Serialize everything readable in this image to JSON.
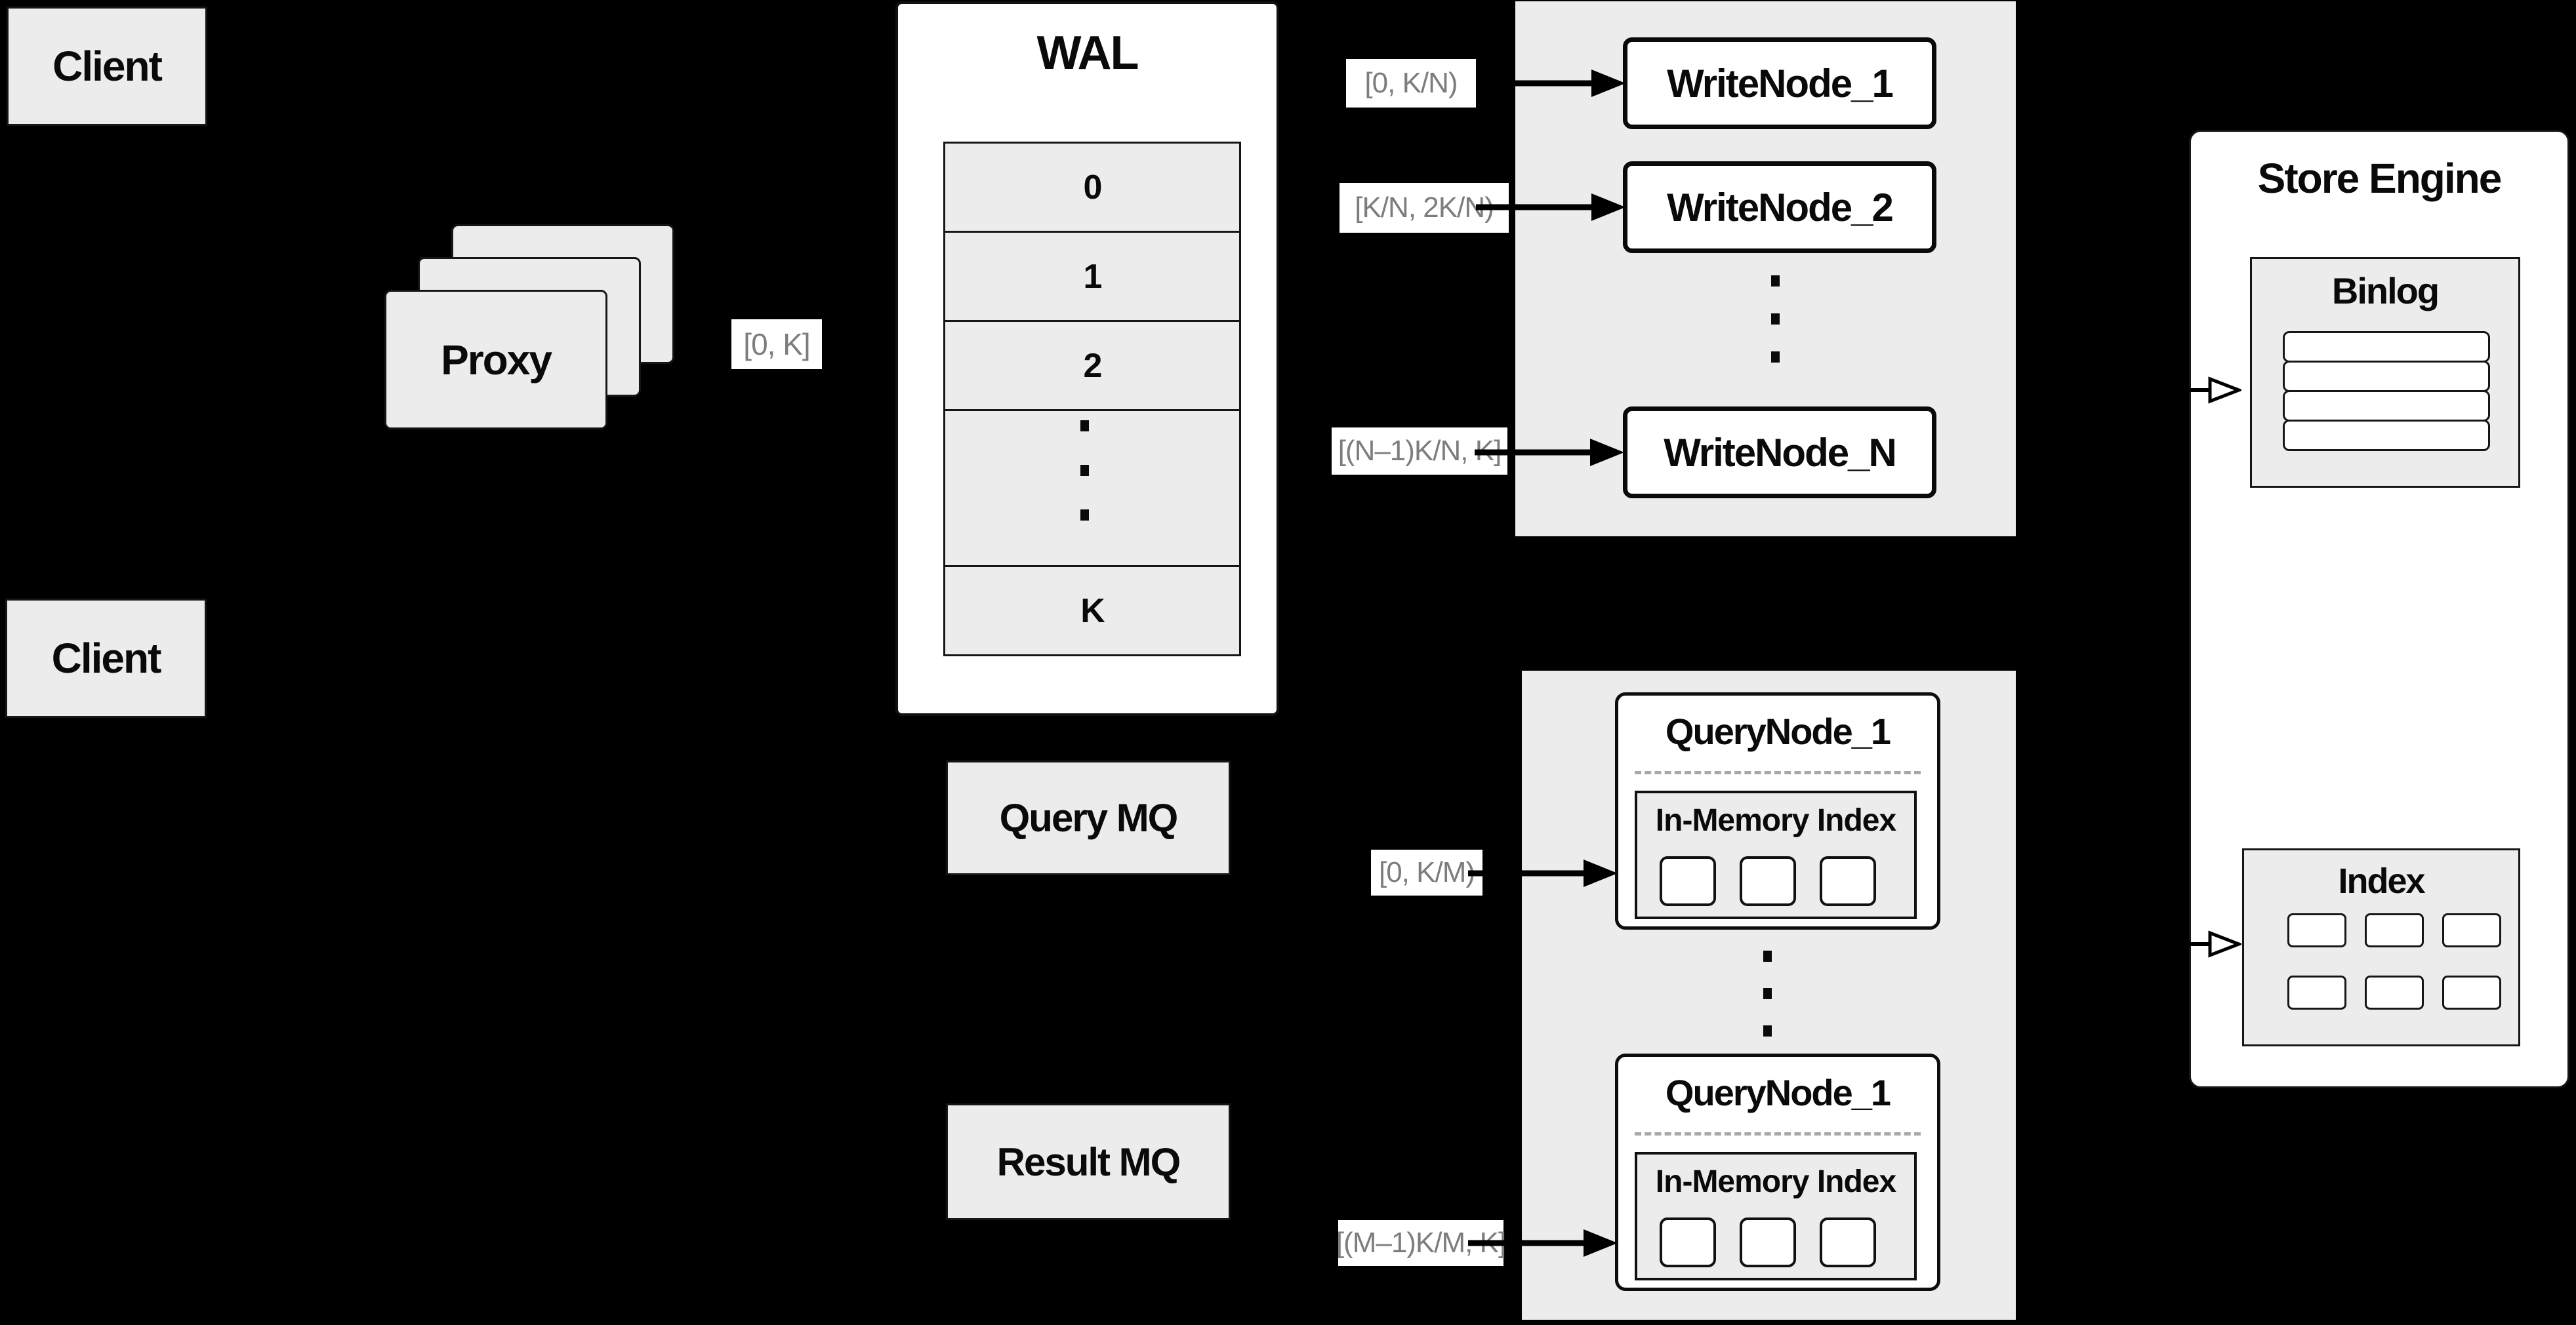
{
  "clients": {
    "top_label": "Client",
    "bottom_label": "Client"
  },
  "proxy": {
    "label": "Proxy"
  },
  "range_labels": {
    "proxy_to_wal": "[0, K]",
    "to_write_node_1": "[0,  K/N)",
    "to_write_node_2": "[K/N, 2K/N)",
    "to_write_node_n": "[(N–1)K/N,  K]",
    "to_query_node_1": "[0, K/M)",
    "to_query_node_2": "[(M–1)K/M, K]"
  },
  "wal": {
    "title": "WAL",
    "rows": [
      "0",
      "1",
      "2"
    ],
    "last_row": "K"
  },
  "write_nodes": {
    "node1": "WriteNode_1",
    "node2": "WriteNode_2",
    "nodeN": "WriteNode_N"
  },
  "mq": {
    "query": "Query MQ",
    "result": "Result MQ"
  },
  "query_nodes": {
    "top": {
      "title": "QueryNode_1",
      "inner_title": "In-Memory Index"
    },
    "bottom": {
      "title": "QueryNode_1",
      "inner_title": "In-Memory Index"
    }
  },
  "store_engine": {
    "title": "Store Engine",
    "binlog_title": "Binlog",
    "index_title": "Index"
  },
  "colors": {
    "background": "#000000",
    "panel_fill": "#ececec",
    "box_fill": "#ffffff",
    "border": "#111111",
    "muted_label_text": "#7d7d7d"
  }
}
